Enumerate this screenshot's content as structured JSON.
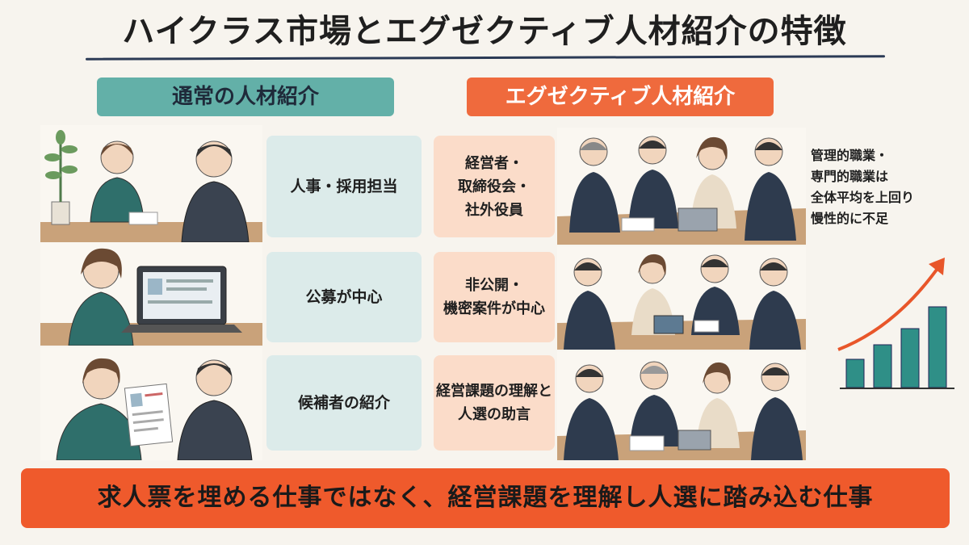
{
  "title": "ハイクラス市場とエグゼクティブ人材紹介の特徴",
  "headers": {
    "normal": "通常の人材紹介",
    "executive": "エグゼクティブ人材紹介"
  },
  "rows": [
    {
      "normal_lines": [
        "人事・採用担当"
      ],
      "executive_lines": [
        "経営者・",
        "取締役会・",
        "社外役員"
      ]
    },
    {
      "normal_lines": [
        "公募が中心"
      ],
      "executive_lines": [
        "非公開・",
        "機密案件が中心"
      ]
    },
    {
      "normal_lines": [
        "候補者の紹介"
      ],
      "executive_lines": [
        "経営課題の理解と",
        "人選の助言"
      ]
    }
  ],
  "side_note": [
    "管理的職業・",
    "専門的職業は",
    "全体平均を上回り",
    "慢性的に不足"
  ],
  "footer": "求人票を埋める仕事ではなく、経営課題を理解し人選に踏み込む仕事",
  "colors": {
    "teal": "#63b0a8",
    "orange": "#ef6a3d",
    "footer": "#ef5a2c",
    "chart_bar": "#2f8f87",
    "arrow": "#e8562a"
  },
  "icons": [
    "plant-icon",
    "laptop-icon",
    "resume-icon",
    "growth-chart-icon",
    "trend-arrow-icon"
  ]
}
